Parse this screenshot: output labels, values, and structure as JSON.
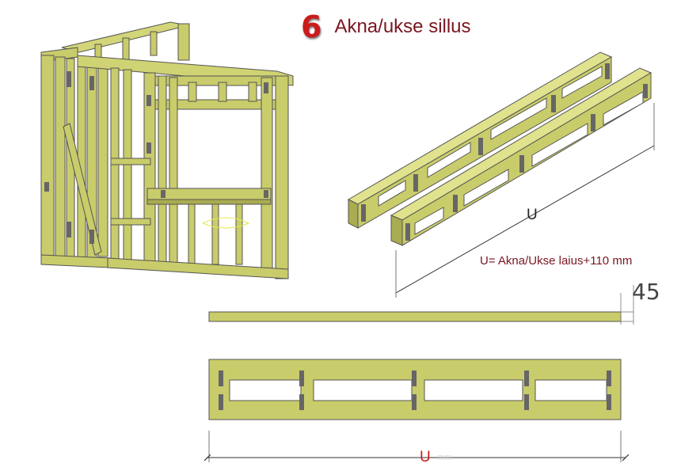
{
  "header": {
    "step_number": "6",
    "title": "Akna/ukse sillus"
  },
  "labels": {
    "u_top": "U",
    "formula": "U= Akna/Ukse laius+110 mm",
    "dim_45": "45",
    "u_bottom": "U",
    "unit_ghost": "mm"
  },
  "colors": {
    "timber": "#c9cc6a",
    "timber_dark": "#8e9140",
    "outline": "#555555",
    "hardware": "#666666",
    "title_red": "#cc1b1b",
    "title_text": "#7a1620"
  }
}
